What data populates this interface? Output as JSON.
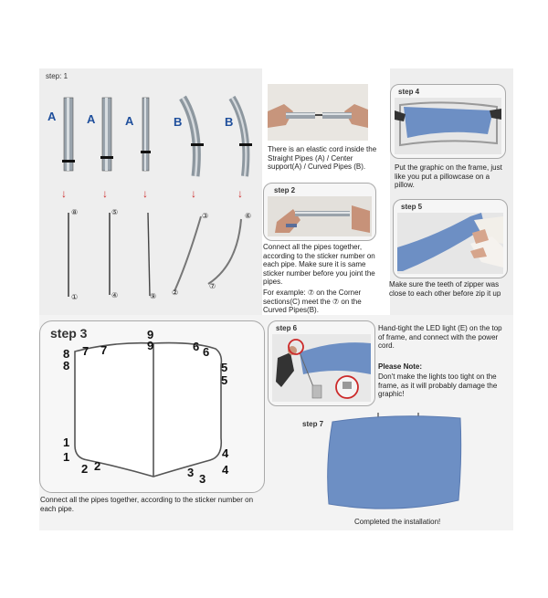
{
  "step1": {
    "title": "step: 1",
    "pipe_letters": [
      "A",
      "A",
      "A",
      "B",
      "B"
    ],
    "sticker_numbers": [
      "⑧",
      "①",
      "⑤",
      "④",
      "⑨",
      "③",
      "②",
      "⑥",
      "⑦"
    ],
    "elastic_caption": "There is an elastic cord inside the Straight Pipes (A) / Center support(A) / Curved Pipes (B)."
  },
  "step2": {
    "title": "step 2",
    "caption": "Connect all the pipes together, according to the sticker number on each pipe. Make sure it is same sticker number before you joint the pipes.",
    "example": "For example: ⑦ on the Corner sections(C) meet the ⑦ on the Curved Pipes(B)."
  },
  "step3": {
    "title": "step 3",
    "labels": [
      "9",
      "9",
      "8",
      "8",
      "7",
      "7",
      "6",
      "6",
      "5",
      "5",
      "1",
      "1",
      "2",
      "2",
      "3",
      "3",
      "4",
      "4"
    ],
    "caption": "Connect all the pipes together, according to the sticker number on each pipe."
  },
  "step4": {
    "title": "step 4",
    "caption": "Put the graphic on the frame, just like you put a pillowcase on a pillow."
  },
  "step5": {
    "title": "step 5",
    "caption": "Make sure the teeth of zipper was close to each other before zip it up"
  },
  "step6": {
    "title": "step 6",
    "caption": "Hand-tight the LED light (E) on the top of frame, and connect with the power cord.",
    "note_title": "Please Note:",
    "note": "Don't make the lights too tight on the frame, as it will probably damage the graphic!"
  },
  "step7": {
    "title": "step 7",
    "caption": "Completed the installation!"
  },
  "colors": {
    "graphic_blue": "#6d8fc4",
    "letter_blue": "#1f4f9c",
    "arrow_red": "#cc2a2a",
    "panel_grey": "#eeeeee"
  }
}
